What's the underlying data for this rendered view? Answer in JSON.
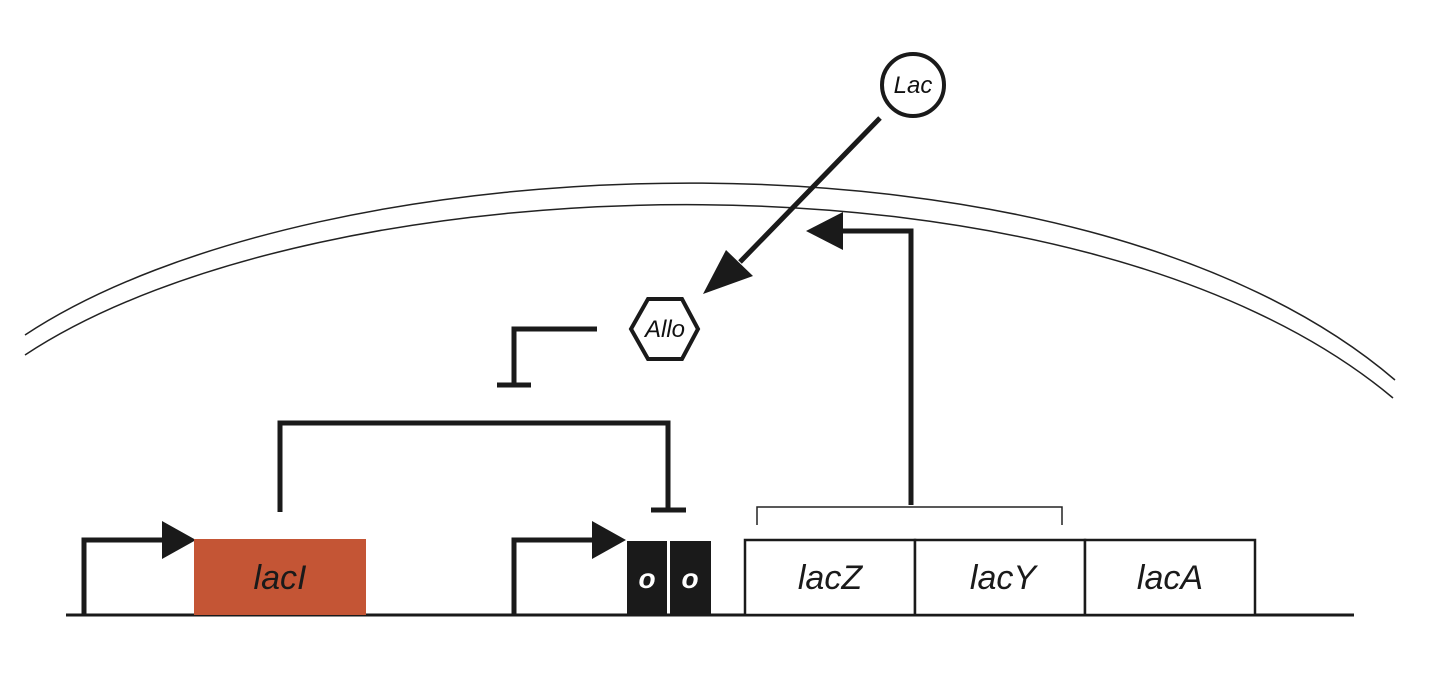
{
  "molecules": {
    "lactose": "Lac",
    "allolactose": "Allo"
  },
  "genes": {
    "repressor": "lacI",
    "operator_1": "o",
    "operator_2": "o",
    "structural": [
      "lacZ",
      "lacY",
      "lacA"
    ]
  },
  "colors": {
    "repressor_fill": "#c45535",
    "operator_fill": "#1a1a1a",
    "line": "#1a1a1a",
    "background": "#ffffff"
  }
}
